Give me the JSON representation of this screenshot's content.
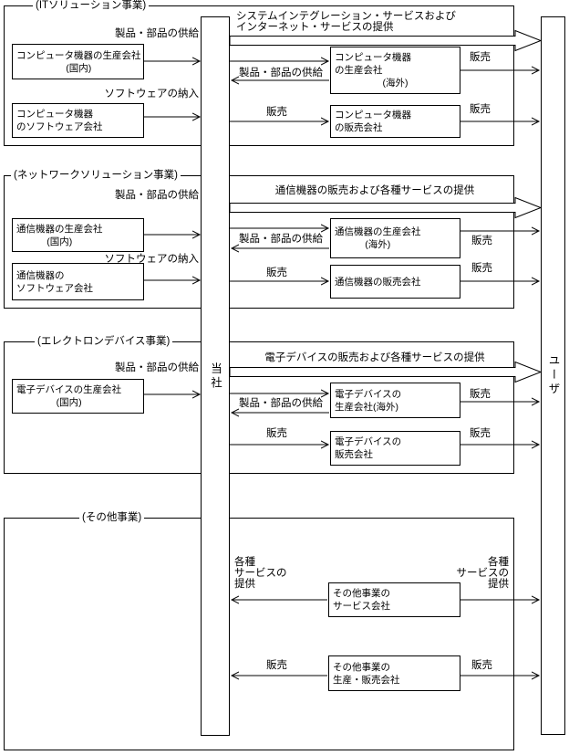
{
  "diagram": {
    "company_column": "当社",
    "user_column": "ユーザ",
    "labels": {
      "supply": "製品・部品の供給",
      "software_delivery": "ソフトウェアの納入",
      "sale": "販売",
      "various_services": "各種\nサービスの\n提供"
    },
    "sections": [
      {
        "title": "(ITソリューション事業)",
        "service_heading": "システムインテグレーション・サービスおよび\nインターネット・サービスの提供",
        "domestic_maker": "コンピュータ機器の生産会社\n(国内)",
        "software_company": "コンピュータ機器\nのソフトウェア会社",
        "overseas_maker": "コンピュータ機器\nの生産会社\n　　　　　(海外)",
        "sales_company": "コンピュータ機器\nの販売会社"
      },
      {
        "title": "(ネットワークソリューション事業)",
        "service_heading": "通信機器の販売および各種サービスの提供",
        "domestic_maker": "通信機器の生産会社\n(国内)",
        "software_company": "通信機器の\nソフトウェア会社",
        "overseas_maker": "通信機器の生産会社\n(海外)",
        "sales_company": "通信機器の販売会社"
      },
      {
        "title": "(エレクトロンデバイス事業)",
        "service_heading": "電子デバイスの販売および各種サービスの提供",
        "domestic_maker": "電子デバイスの生産会社\n(国内)",
        "overseas_maker": "電子デバイスの\n生産会社(海外)",
        "sales_company": "電子デバイスの\n販売会社"
      },
      {
        "title": "(その他事業)",
        "service_company": "その他事業の\nサービス会社",
        "production_sales_company": "その他事業の\n生産・販売会社"
      }
    ]
  }
}
